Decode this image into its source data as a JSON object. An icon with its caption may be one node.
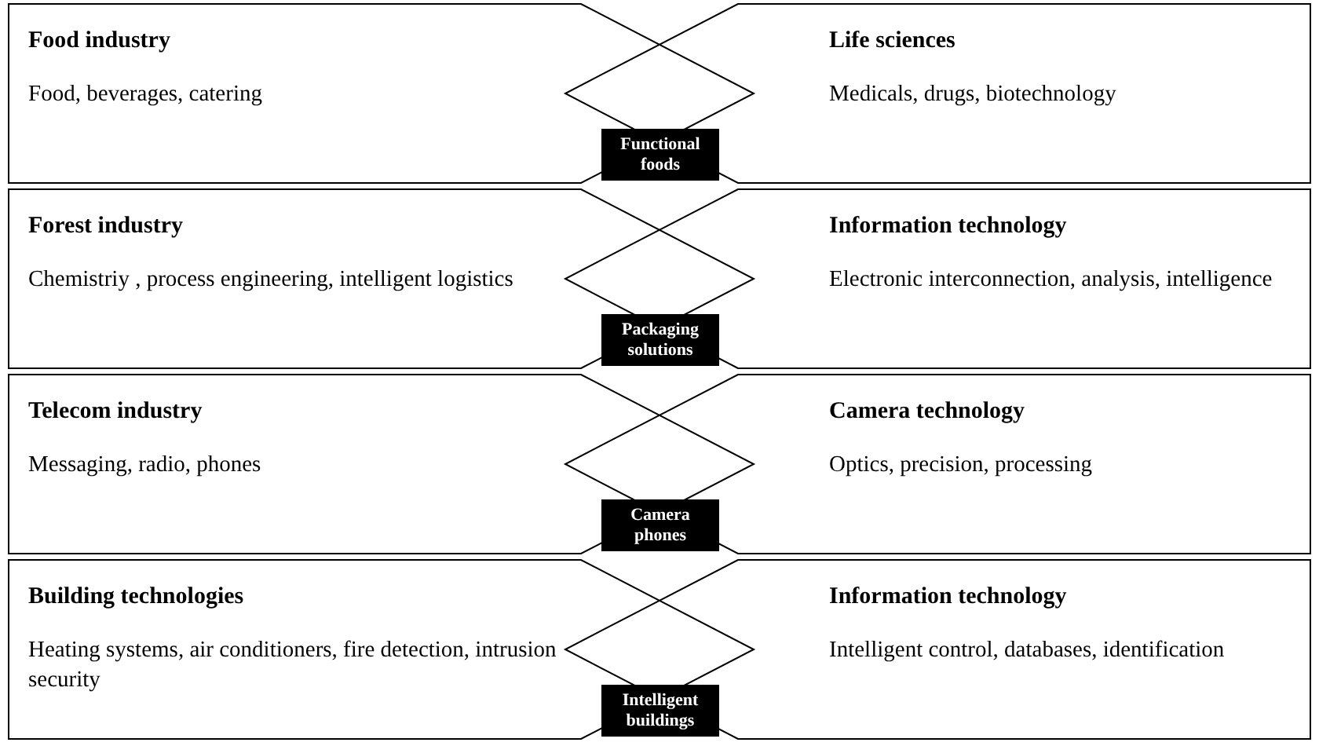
{
  "diagram": {
    "nodes": [
      {
        "text": [
          "Food industry",
          "Food, beverages, catering"
        ]
      },
      {
        "text": [
          "Life sciences",
          "Medicals, drugs, biotechnology"
        ]
      },
      {
        "text": [
          "Functional foods"
        ]
      },
      {
        "text": [
          "Forest industry",
          "Chemistriy , process engineering, intelligent logistics"
        ]
      },
      {
        "text": [
          "Information technology",
          "Electronic interconnection, analysis, intelligence"
        ]
      },
      {
        "text": [
          "Packaging solutions"
        ]
      },
      {
        "text": [
          "Telecom industry",
          "Messaging, radio, phones"
        ]
      },
      {
        "text": [
          "Camera technology",
          "Optics, precision, processing"
        ]
      },
      {
        "text": [
          "Camera phones"
        ]
      },
      {
        "text": [
          "Building technologies",
          "Heating systems, air conditioners, fire detection, intrusion security"
        ]
      },
      {
        "text": [
          "Information technology",
          "Intelligent control, databases, identification"
        ]
      },
      {
        "text": [
          "Intelligent buildings"
        ]
      }
    ],
    "edges": []
  }
}
